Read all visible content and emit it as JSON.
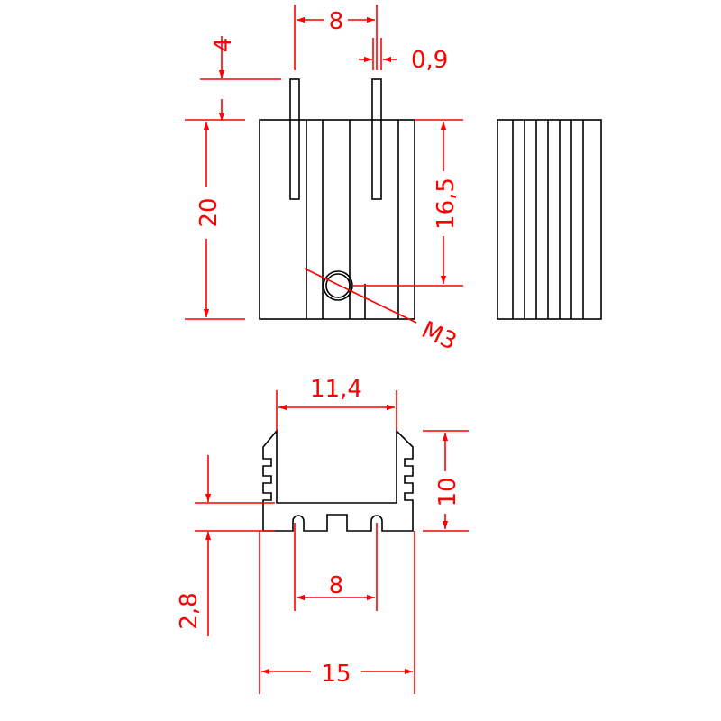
{
  "colors": {
    "object": "#000000",
    "dimension": "#ff0000",
    "background": "#ffffff"
  },
  "dimensions": {
    "pin_spacing_top": "8",
    "pin_thickness": "0,9",
    "pin_protrusion": "4",
    "body_height": "20",
    "hole_height": "16,5",
    "hole_thread": "M3",
    "inner_width": "11,4",
    "profile_height": "10",
    "base_thickness": "2,8",
    "groove_spacing": "8",
    "overall_width": "15"
  }
}
